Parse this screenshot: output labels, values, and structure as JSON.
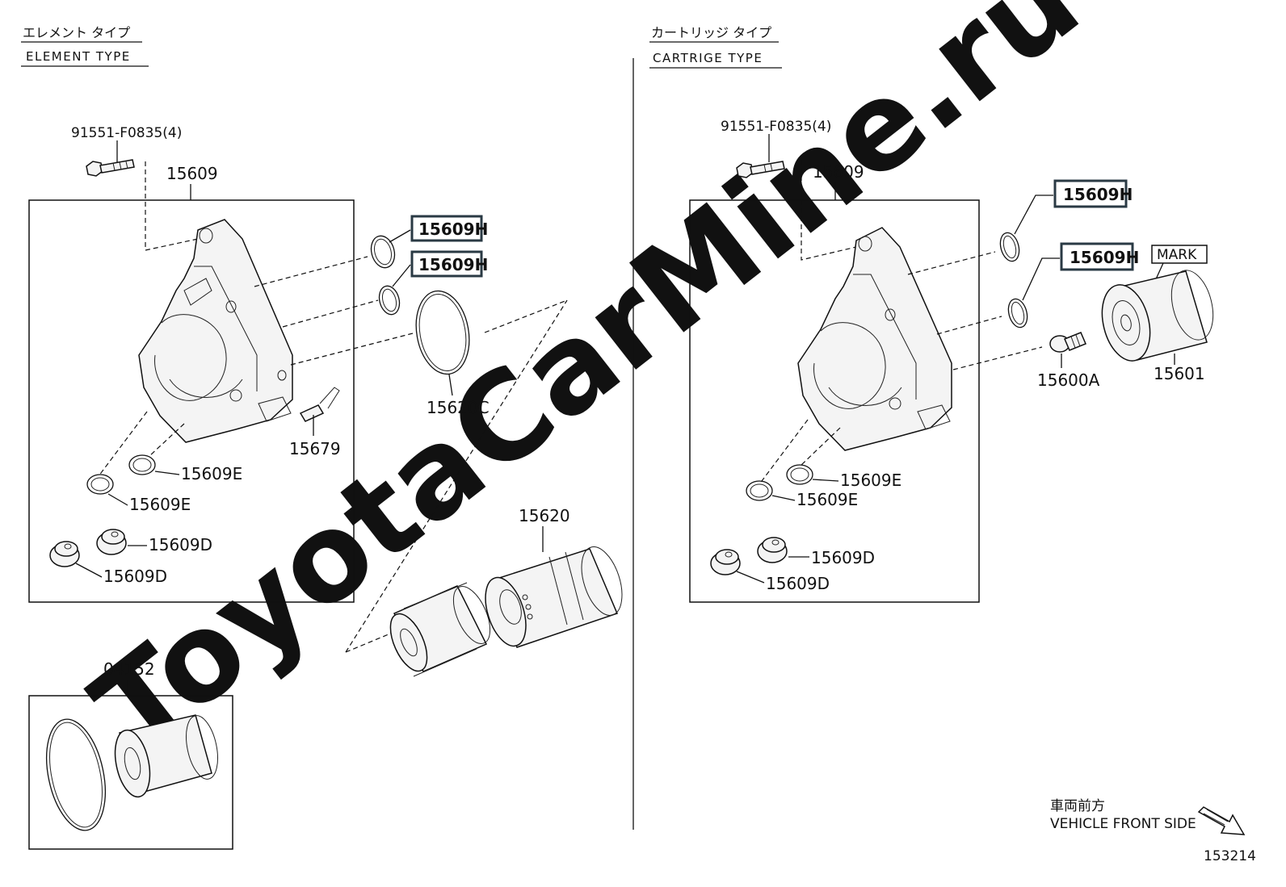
{
  "watermark": "ToyotaCarMine.ru",
  "left_section": {
    "header_jp": "エレメント タイプ",
    "header_en": "ELEMENT TYPE"
  },
  "right_section": {
    "header_jp": "カートリッジ タイプ",
    "header_en": "CARTRIGE TYPE"
  },
  "labels": {
    "bolt_left": "91551-F0835(4)",
    "bolt_right": "91551-F0835(4)",
    "housing_left": "15609",
    "housing_right": "15609",
    "oring_h_left_1": "15609H",
    "oring_h_left_2": "15609H",
    "oring_h_right_1": "15609H",
    "oring_h_right_2": "15609H",
    "gasket_c": "15620C",
    "clip": "15679",
    "gasket_e_left_1": "15609E",
    "gasket_e_left_2": "15609E",
    "plug_d_left_1": "15609D",
    "plug_d_left_2": "15609D",
    "gasket_e_right_1": "15609E",
    "gasket_e_right_2": "15609E",
    "plug_d_right_1": "15609D",
    "plug_d_right_2": "15609D",
    "filter_cap": "15620",
    "element_kit": "04152",
    "union": "15600A",
    "filter": "15601",
    "mark": "MARK"
  },
  "direction": {
    "jp": "車両前方",
    "en": "VEHICLE FRONT SIDE"
  },
  "figure_number": "153214"
}
